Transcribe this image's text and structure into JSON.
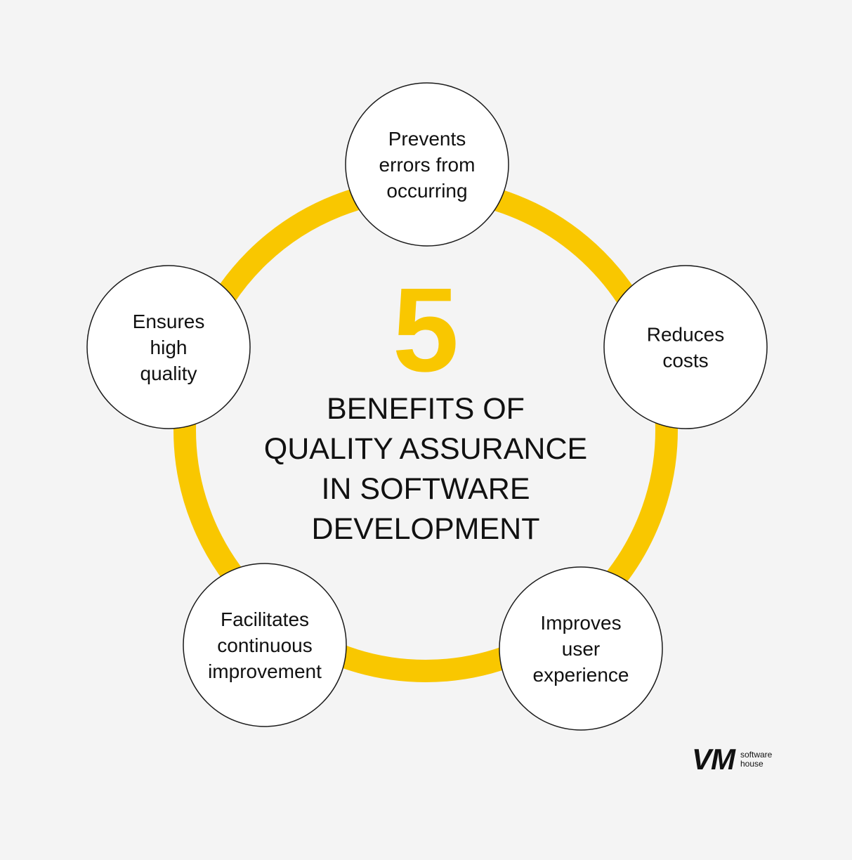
{
  "colors": {
    "accent": "#f9c700",
    "background": "#f4f4f4",
    "node_fill": "#ffffff",
    "node_stroke": "#1a1a1a"
  },
  "center": {
    "number": "5",
    "title_lines": [
      "BENEFITS OF",
      "QUALITY ASSURANCE",
      "IN SOFTWARE",
      "DEVELOPMENT"
    ]
  },
  "nodes": [
    {
      "lines": [
        "Prevents",
        "errors from",
        "occurring"
      ]
    },
    {
      "lines": [
        "Reduces",
        "costs"
      ]
    },
    {
      "lines": [
        "Improves",
        "user",
        "experience"
      ]
    },
    {
      "lines": [
        "Facilitates",
        "continuous",
        "improvement"
      ]
    },
    {
      "lines": [
        "Ensures",
        "high",
        "quality"
      ]
    }
  ],
  "logo": {
    "mark": "VM",
    "tagline_line1": "software",
    "tagline_line2": "house"
  }
}
